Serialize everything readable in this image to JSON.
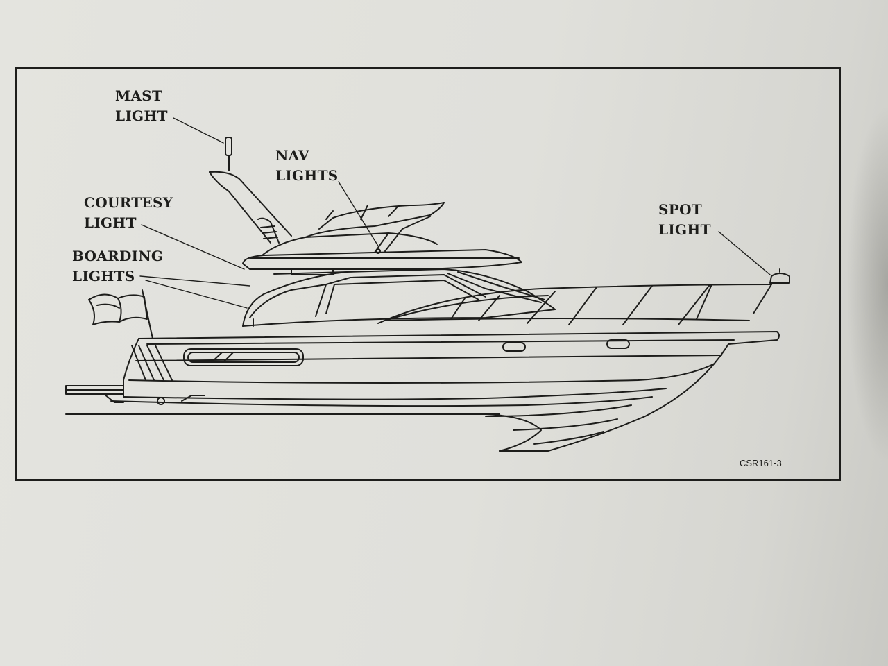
{
  "labels": {
    "mast": [
      "MAST",
      "LIGHT"
    ],
    "nav": [
      "NAV",
      "LIGHTS"
    ],
    "courtesy": [
      "COURTESY",
      "LIGHT"
    ],
    "boarding": [
      "BOARDING",
      "LIGHTS"
    ],
    "spot": [
      "SPOT",
      "LIGHT"
    ]
  },
  "figure_code": "CSR161-3",
  "colors": {
    "ink": "#1d1d1b",
    "paper": "#e0e0db"
  }
}
